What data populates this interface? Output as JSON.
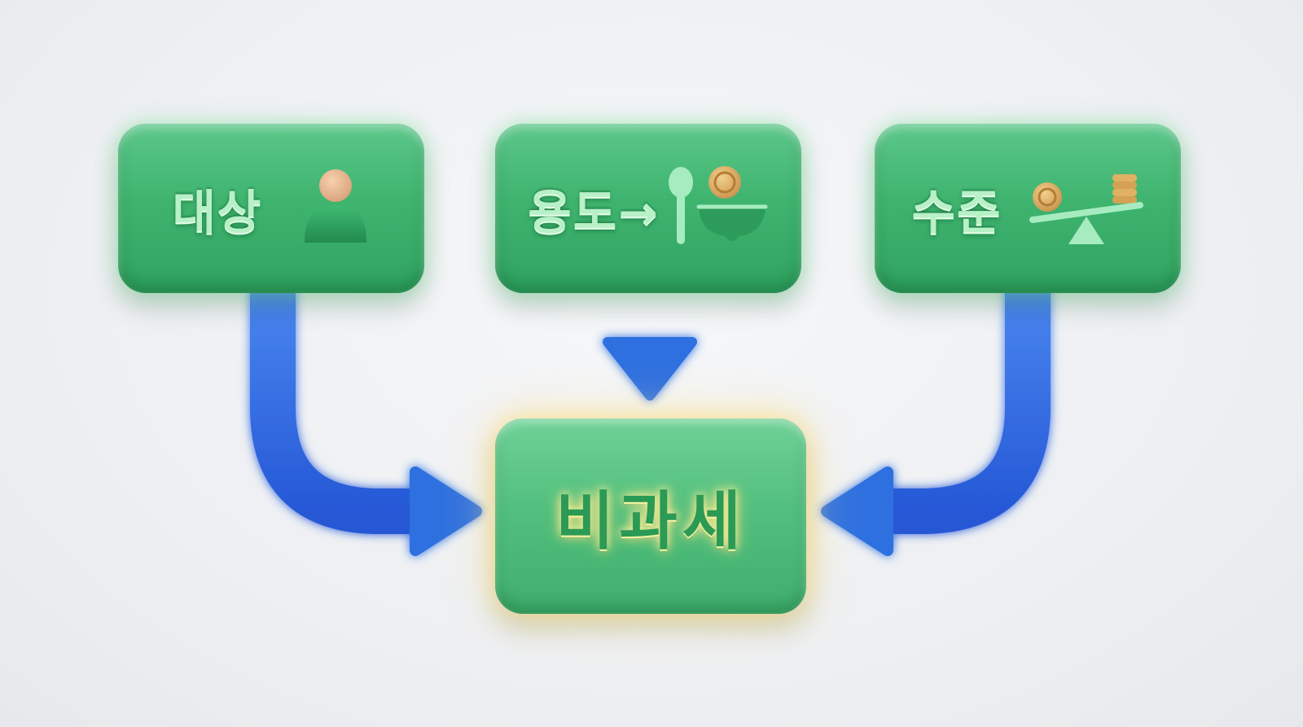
{
  "nodes": {
    "target": {
      "label": "대상",
      "icon": "person-icon"
    },
    "usage": {
      "label": "용도→",
      "icon": "spoon-bowl-coin-icon"
    },
    "level": {
      "label": "수준",
      "icon": "balance-scale-coins-icon"
    },
    "result": {
      "label": "비과세"
    }
  },
  "edges": [
    {
      "from": "target",
      "to": "result"
    },
    {
      "from": "usage",
      "to": "result"
    },
    {
      "from": "level",
      "to": "result"
    }
  ],
  "colors": {
    "box_green": "#3fb46f",
    "label_mint": "#b8f0c8",
    "arrow_blue": "#2f6fe0",
    "result_glow": "#ffe37a",
    "coin_gold": "#e3b96a",
    "background": "#eceef1"
  }
}
